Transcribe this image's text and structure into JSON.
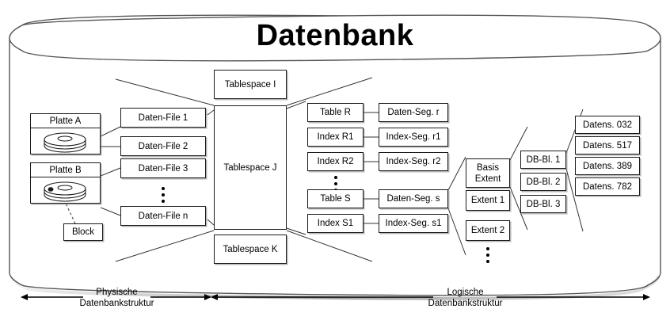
{
  "title": "Datenbank",
  "disks": [
    {
      "label": "Platte A",
      "name": "disk-a"
    },
    {
      "label": "Platte B",
      "name": "disk-b"
    }
  ],
  "block": {
    "label": "Block"
  },
  "data_files": [
    {
      "label": "Daten-File 1"
    },
    {
      "label": "Daten-File 2"
    },
    {
      "label": "Daten-File 3"
    },
    {
      "label": "Daten-File n"
    }
  ],
  "tablespaces": [
    {
      "label": "Tablespace I"
    },
    {
      "label": "Tablespace J"
    },
    {
      "label": "Tablespace K"
    }
  ],
  "objects": [
    {
      "label": "Table R"
    },
    {
      "label": "Index R1"
    },
    {
      "label": "Index R2"
    },
    {
      "label": "Table S"
    },
    {
      "label": "Index S1"
    }
  ],
  "segments": [
    {
      "label": "Daten-Seg. r"
    },
    {
      "label": "Index-Seg. r1"
    },
    {
      "label": "Index-Seg. r2"
    },
    {
      "label": "Daten-Seg. s"
    },
    {
      "label": "Index-Seg. s1"
    }
  ],
  "extents": [
    {
      "label": "Basis\nExtent",
      "line1": "Basis",
      "line2": "Extent"
    },
    {
      "label": "Extent 1"
    },
    {
      "label": "Extent 2"
    }
  ],
  "db_blocks": [
    {
      "label": "DB-Bl. 1"
    },
    {
      "label": "DB-Bl. 2"
    },
    {
      "label": "DB-Bl. 3"
    }
  ],
  "records": [
    {
      "label": "Datens. 032"
    },
    {
      "label": "Datens. 517"
    },
    {
      "label": "Datens. 389"
    },
    {
      "label": "Datens. 782"
    }
  ],
  "axes": [
    {
      "line1": "Physische",
      "line2": "Datenbankstruktur"
    },
    {
      "line1": "Logische",
      "line2": "Datenbankstruktur"
    }
  ],
  "colors": {
    "stroke": "#1a1a1a",
    "fill": "#ffffff",
    "background": "#ffffff"
  }
}
